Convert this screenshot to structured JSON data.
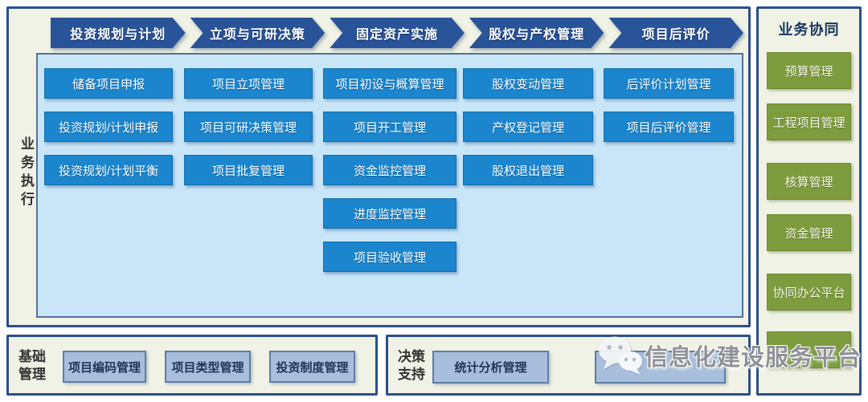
{
  "process": {
    "arrows": [
      "投资规划与计划",
      "立项与可研决策",
      "固定资产实施",
      "股权与产权管理",
      "项目后评价"
    ]
  },
  "execution": {
    "label": "业务执行",
    "columns": [
      [
        "储备项目申报",
        "投资规划/计划申报",
        "投资规划/计划平衡"
      ],
      [
        "项目立项管理",
        "项目可研决策管理",
        "项目批复管理"
      ],
      [
        "项目初设与概算管理",
        "项目开工管理",
        "资金监控管理",
        "进度监控管理",
        "项目验收管理"
      ],
      [
        "股权变动管理",
        "产权登记管理",
        "股权退出管理"
      ],
      [
        "后评价计划管理",
        "项目后评价管理"
      ]
    ]
  },
  "collaboration": {
    "label": "业务协同",
    "items": [
      "预算管理",
      "工程项目管理",
      "核算管理",
      "资金管理",
      "协同办公平台",
      ""
    ]
  },
  "foundation": {
    "label": "基础管理",
    "items": [
      "项目编码管理",
      "项目类型管理",
      "投资制度管理"
    ]
  },
  "decision": {
    "label": "决策支持",
    "items": [
      "统计分析管理",
      ""
    ]
  },
  "watermark": {
    "icon": "wechat-icon",
    "text": "信息化建设服务平台"
  },
  "colors": {
    "arrow_blue": "#2A5499",
    "module_blue": "#1B86CD",
    "collaboration_green": "#7D9C3E",
    "foundation_gray_blue": "#A7BEDC",
    "panel_cream": "#EFF2E4",
    "panel_border": "#2C4F8A",
    "board_light_blue": "#C9E6F8"
  }
}
